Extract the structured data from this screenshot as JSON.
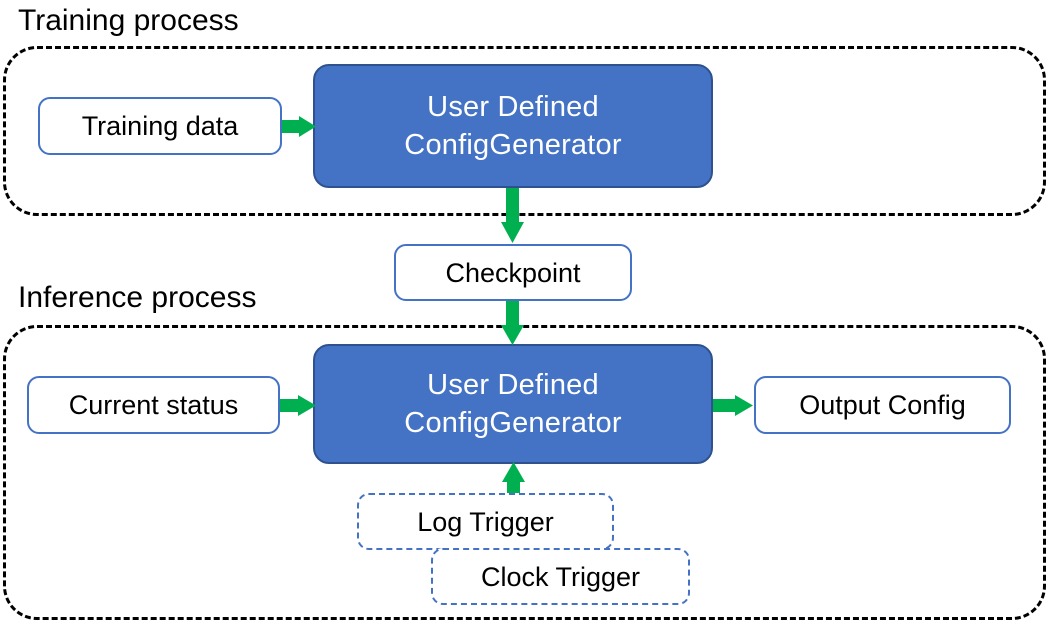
{
  "diagram": {
    "title_training": "Training process",
    "title_inference": "Inference process",
    "colors": {
      "accent_blue_fill": "#4472C4",
      "accent_blue_border": "#4472C4",
      "blue_fill_border": "#2F528F",
      "arrow_green": "#00B050",
      "container_dash": "#000000",
      "node_text": "#000000",
      "filled_node_text": "#FFFFFF",
      "background": "#FFFFFF"
    }
  },
  "nodes": {
    "training_data": "Training data",
    "config_generator_training_line1": "User Defined",
    "config_generator_training_line2": "ConfigGenerator",
    "checkpoint": "Checkpoint",
    "current_status": "Current status",
    "config_generator_inference_line1": "User Defined",
    "config_generator_inference_line2": "ConfigGenerator",
    "output_config": "Output Config",
    "log_trigger": "Log Trigger",
    "clock_trigger": "Clock Trigger"
  },
  "edges": [
    {
      "id": "training-data-to-generator",
      "from": "Training data",
      "to": "User Defined ConfigGenerator",
      "direction": "right"
    },
    {
      "id": "generator-to-checkpoint",
      "from": "User Defined ConfigGenerator",
      "to": "Checkpoint",
      "direction": "down"
    },
    {
      "id": "checkpoint-to-generator",
      "from": "Checkpoint",
      "to": "User Defined ConfigGenerator",
      "direction": "down"
    },
    {
      "id": "current-status-to-generator",
      "from": "Current status",
      "to": "User Defined ConfigGenerator",
      "direction": "right"
    },
    {
      "id": "generator-to-output-config",
      "from": "User Defined ConfigGenerator",
      "to": "Output Config",
      "direction": "right"
    },
    {
      "id": "log-trigger-to-generator",
      "from": "Log Trigger",
      "to": "User Defined ConfigGenerator",
      "direction": "up"
    }
  ]
}
